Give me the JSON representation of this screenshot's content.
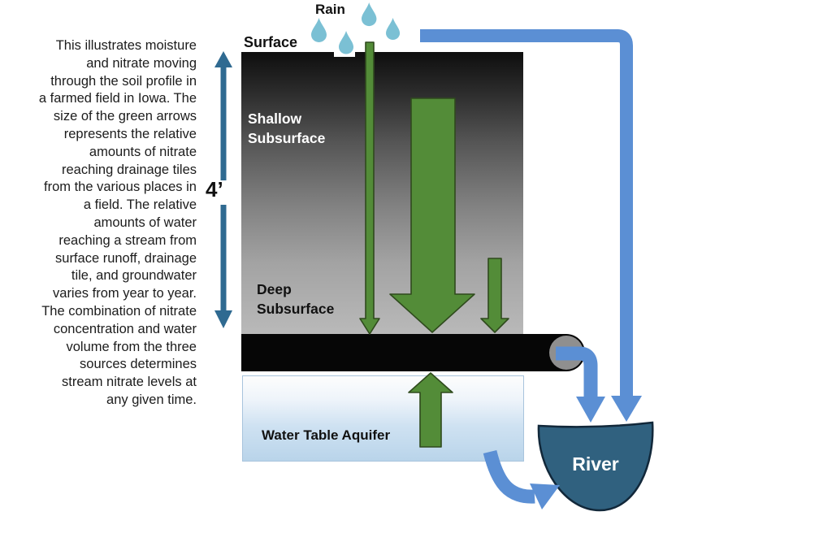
{
  "description_panel": {
    "text": "This illustrates moisture\nand nitrate moving\nthrough the soil profile in\na farmed field in Iowa. The\nsize of the green arrows\nrepresents the relative\namounts of nitrate\nreaching drainage tiles\nfrom the various places in\na field.  The relative\namounts of water\nreaching a stream from\nsurface runoff, drainage\ntile, and groundwater\nvaries from year to year.\nThe combination of nitrate\nconcentration and water\nvolume from the three\nsources determines\nstream nitrate levels at\nany given time."
  },
  "depth_marker": {
    "label": "4’"
  },
  "diagram": {
    "rain_label": "Rain",
    "surface_label": "Surface",
    "shallow_subsurface_label": "Shallow\nSubsurface",
    "deep_subsurface_label": "Deep\nSubsurface",
    "aquifer_label": "Water Table Aquifer",
    "river_label": "River"
  },
  "colors": {
    "green_arrow": "#538c38",
    "green_arrow_border": "#2f4a1d",
    "pipe_blue": "#5b8fd4",
    "measure_arrow_blue": "#2f6a91",
    "raindrop_teal": "#7bc0d4",
    "river_fill": "#30617f",
    "river_border": "#12283a",
    "tile_black": "#060606",
    "tile_end_gray": "#8f8f8f"
  }
}
